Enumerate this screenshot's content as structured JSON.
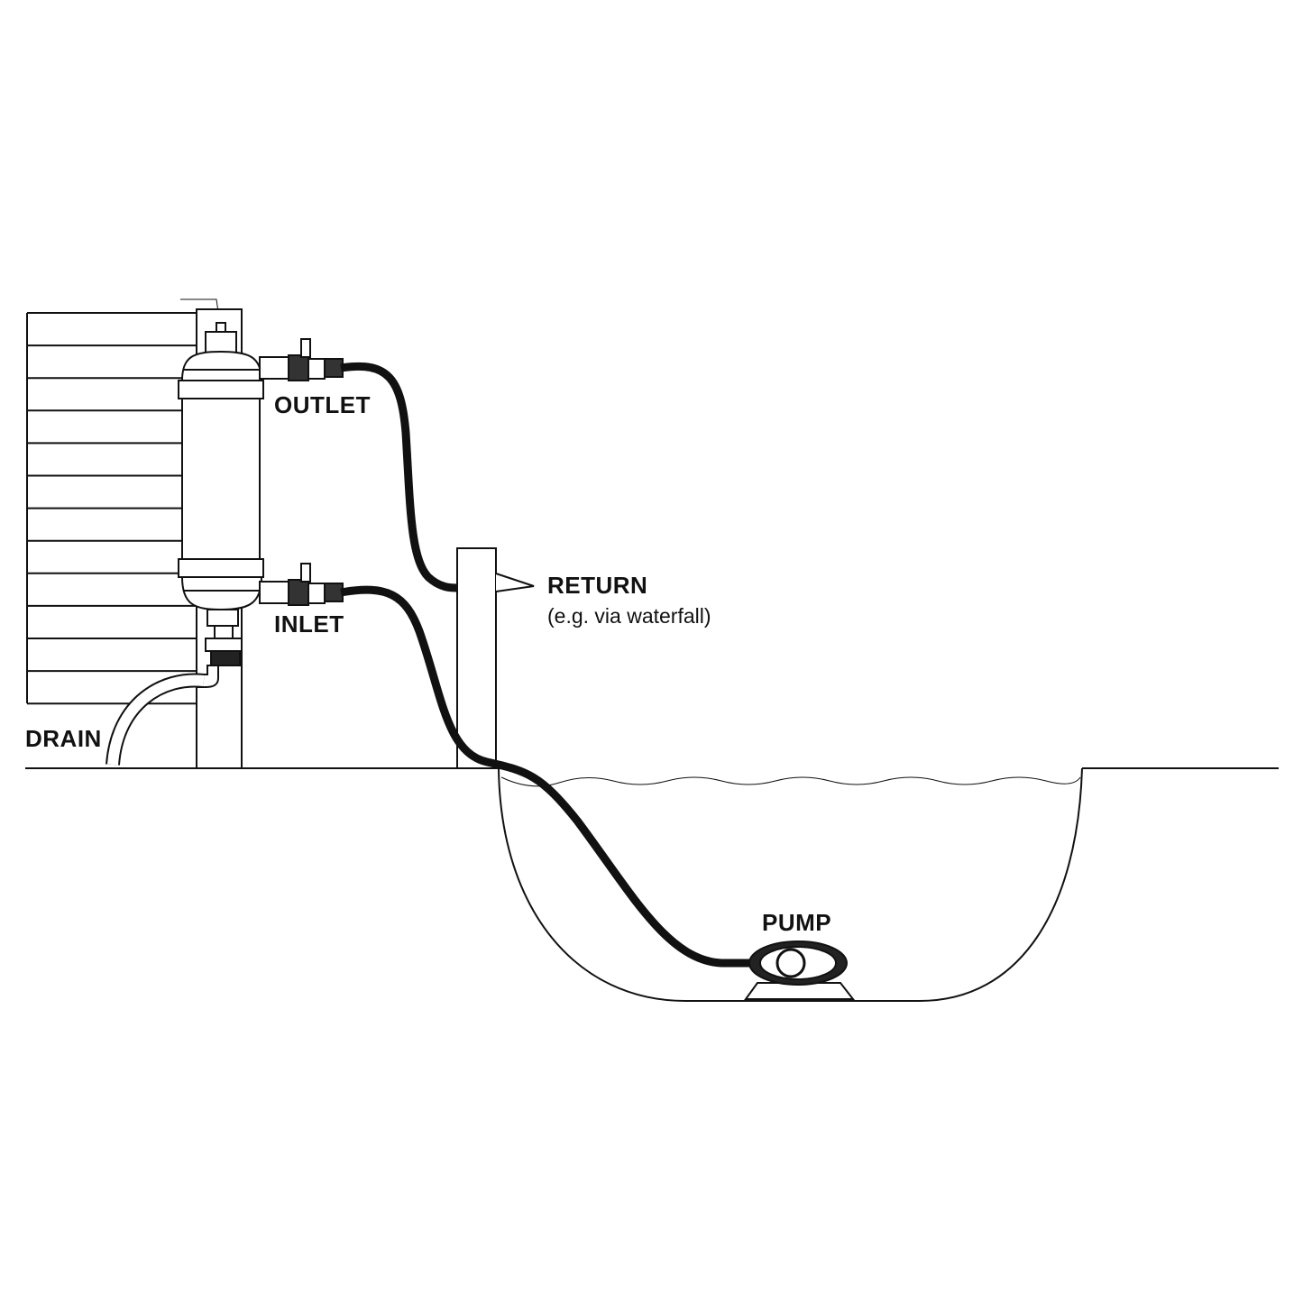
{
  "labels": {
    "outlet": "OUTLET",
    "inlet": "INLET",
    "drain": "DRAIN",
    "return": "RETURN",
    "return_note": "(e.g. via waterfall)",
    "pump": "PUMP"
  },
  "colors": {
    "line": "#111111",
    "background": "#ffffff"
  }
}
